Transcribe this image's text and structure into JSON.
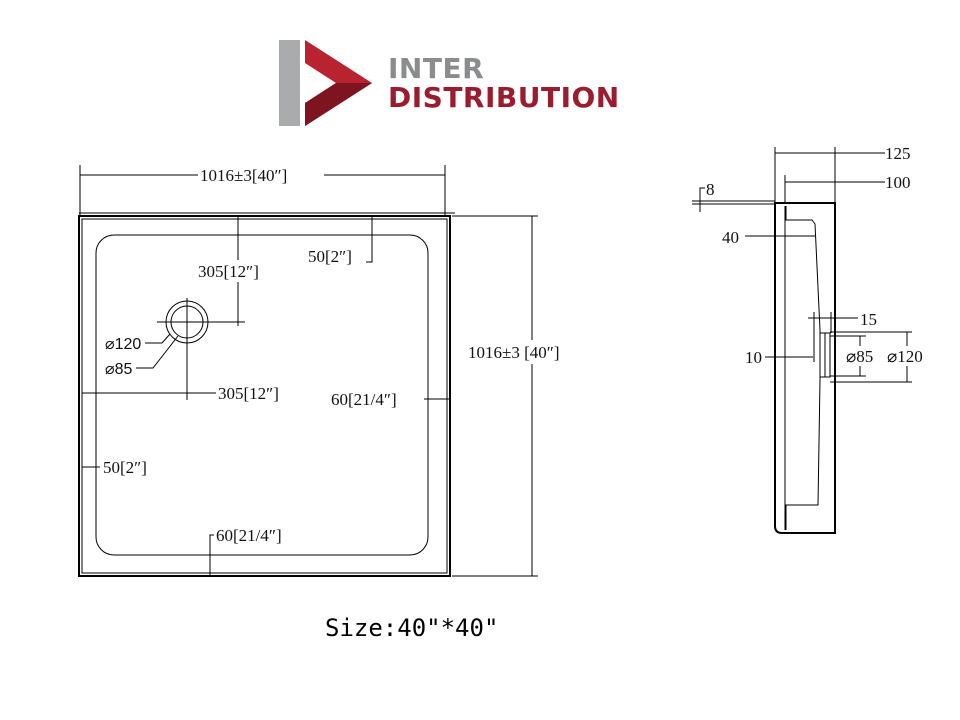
{
  "logo": {
    "line1": "INTER",
    "line2": "DISTRIBUTION",
    "gray": "#8a8c8e",
    "red": "#9b1c2e"
  },
  "top_view": {
    "width_dim": "1016±3[40″]",
    "height_dim": "1016±3 [40″]",
    "drain_offset_y": "305[12″]",
    "drain_offset_x": "305[12″]",
    "rim_top": "50[2″]",
    "rim_left": "50[2″]",
    "rim_right": "60[21/4″]",
    "rim_bottom": "60[21/4″]",
    "drain_outer": "⌀120",
    "drain_inner": "⌀85"
  },
  "side_view": {
    "total_height": "125",
    "inner_height": "100",
    "top_thickness": "8",
    "step": "40",
    "drain_depth": "15",
    "offset": "10",
    "drain_inner": "⌀85",
    "drain_outer": "⌀120"
  },
  "caption": "Size:40\"*40\""
}
